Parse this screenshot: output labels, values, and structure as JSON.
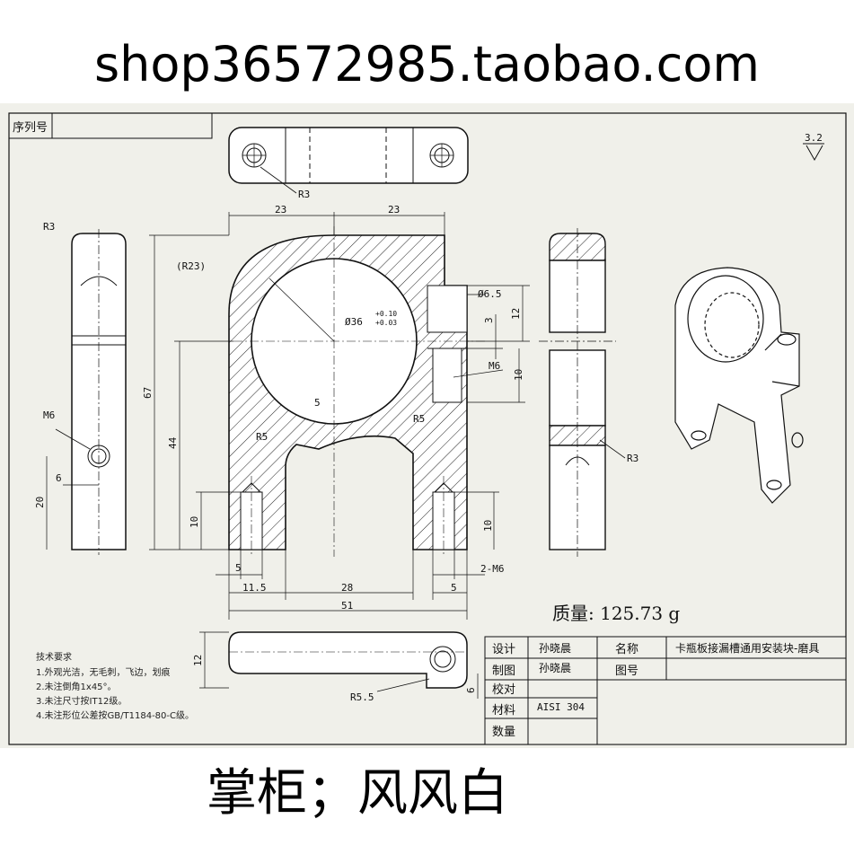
{
  "banner": "shop36572985.taobao.com",
  "footer": "掌柜；风风白",
  "drawing": {
    "serial_label": "序列号",
    "roughness": "3.2",
    "mass": "质量: 125.73 g",
    "dims": {
      "r3_top": "R3",
      "r3_left": "R3",
      "r3_right": "R3",
      "r23": "(R23)",
      "d23_left": "23",
      "d23_right": "23",
      "d36": "Ø36",
      "tol_upper": "+0.10",
      "tol_lower": "+0.03",
      "d6_5": "Ø6.5",
      "d12_right": "12",
      "d3": "3",
      "m6_right": "M6",
      "d10_right": "10",
      "d5_center": "5",
      "r5_right": "R5",
      "r5_left": "R5",
      "d67": "67",
      "d44": "44",
      "d10_left": "10",
      "d10_right_bottom": "10",
      "m6_left": "M6",
      "d6_left": "6",
      "d20": "20",
      "d5_left": "5",
      "d11_5": "11.5",
      "d28": "28",
      "d5_right": "5",
      "two_m6": "2-M6",
      "d51": "51",
      "d12_bottom": "12",
      "d6_bottom": "6",
      "r5_5": "R5.5"
    },
    "tech_req": {
      "title": "技术要求",
      "lines": [
        "1.外观光洁，无毛刺，飞边，划痕",
        "2.未注倒角1x45°。",
        "3.未注尺寸按IT12级。",
        "4.未注形位公差按GB/T1184-80-C级。"
      ]
    },
    "title_block": {
      "design_label": "设计",
      "design_value": "孙晓晨",
      "draw_label": "制图",
      "draw_value": "孙晓晨",
      "check_label": "校对",
      "material_label": "材料",
      "material_value": "AISI 304",
      "qty_label": "数量",
      "name_label": "名称",
      "name_value": "卡瓶板接漏槽通用安装块-磨具",
      "drawing_no_label": "图号"
    }
  }
}
